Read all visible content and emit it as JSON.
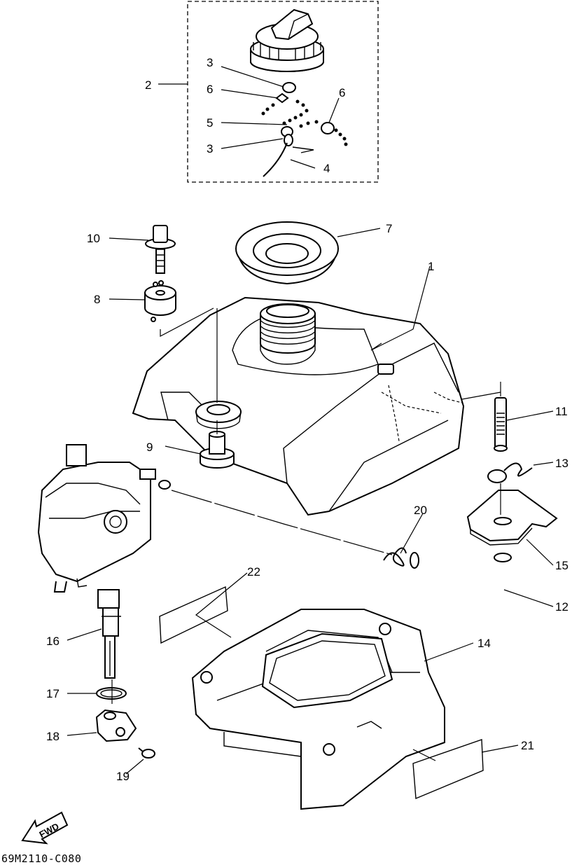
{
  "diagram": {
    "reference_code": "69M2110-C080",
    "fwd_label": "FWD",
    "callouts": [
      {
        "id": "c2",
        "text": "2"
      },
      {
        "id": "c3a",
        "text": "3"
      },
      {
        "id": "c6a",
        "text": "6"
      },
      {
        "id": "c5",
        "text": "5"
      },
      {
        "id": "c3b",
        "text": "3"
      },
      {
        "id": "c6b",
        "text": "6"
      },
      {
        "id": "c4",
        "text": "4"
      },
      {
        "id": "c10",
        "text": "10"
      },
      {
        "id": "c7",
        "text": "7"
      },
      {
        "id": "c1",
        "text": "1"
      },
      {
        "id": "c8",
        "text": "8"
      },
      {
        "id": "c9",
        "text": "9"
      },
      {
        "id": "c11",
        "text": "11"
      },
      {
        "id": "c13",
        "text": "13"
      },
      {
        "id": "c20",
        "text": "20"
      },
      {
        "id": "c15",
        "text": "15"
      },
      {
        "id": "c22",
        "text": "22"
      },
      {
        "id": "c12",
        "text": "12"
      },
      {
        "id": "c14",
        "text": "14"
      },
      {
        "id": "c16",
        "text": "16"
      },
      {
        "id": "c17",
        "text": "17"
      },
      {
        "id": "c18",
        "text": "18"
      },
      {
        "id": "c21",
        "text": "21"
      },
      {
        "id": "c19",
        "text": "19"
      }
    ]
  }
}
